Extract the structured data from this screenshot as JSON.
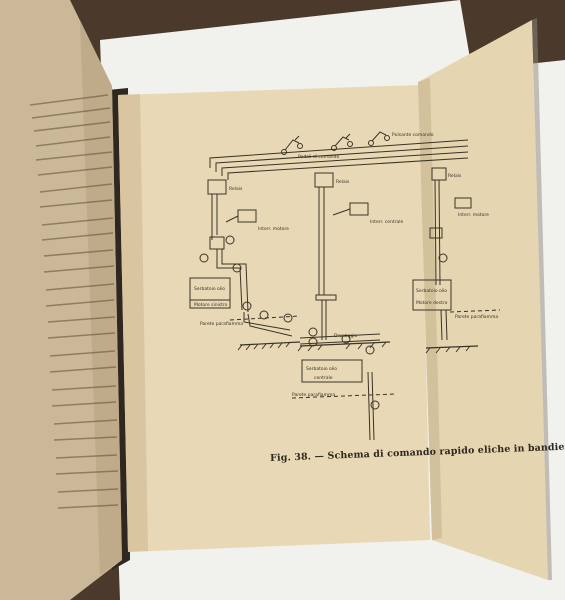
{
  "photo": {
    "subject": "open-book-with-fold-out-diagram",
    "colors": {
      "table": "#4b3a2c",
      "backing_sheet": "#f3f3f1",
      "page_left": "#cdbb9b",
      "page_center": "#e9d9b6",
      "foldout": "#e7d6b2",
      "ink": "#3a3326"
    }
  },
  "figure": {
    "caption_label": "Fig. 38.",
    "caption_text": "— Schema di comando rapido eliche in bandiera"
  },
  "diagram_labels": {
    "valve_left": "Relais",
    "valve_center": "Relais",
    "valve_right": "Relais",
    "tank_left": "Serbatoio olio",
    "tank_left_sub": "Motore sinistro",
    "tank_center": "Serbatoio olio",
    "tank_center_sub": "centrale",
    "tank_right": "Serbatoio olio",
    "tank_right_sub": "Motore destro",
    "switch_left": "Interr. motore",
    "switch_center": "Interr. centrale",
    "switch_right": "Interr. motore",
    "pedal_left": "Pedali di comando",
    "pedal_right": "Pulsante comando",
    "wall_left": "Parete parafiamma",
    "wall_center": "Parete parafiamma",
    "wall_right": "Parete parafiamma",
    "drain": "Drenaggio"
  }
}
